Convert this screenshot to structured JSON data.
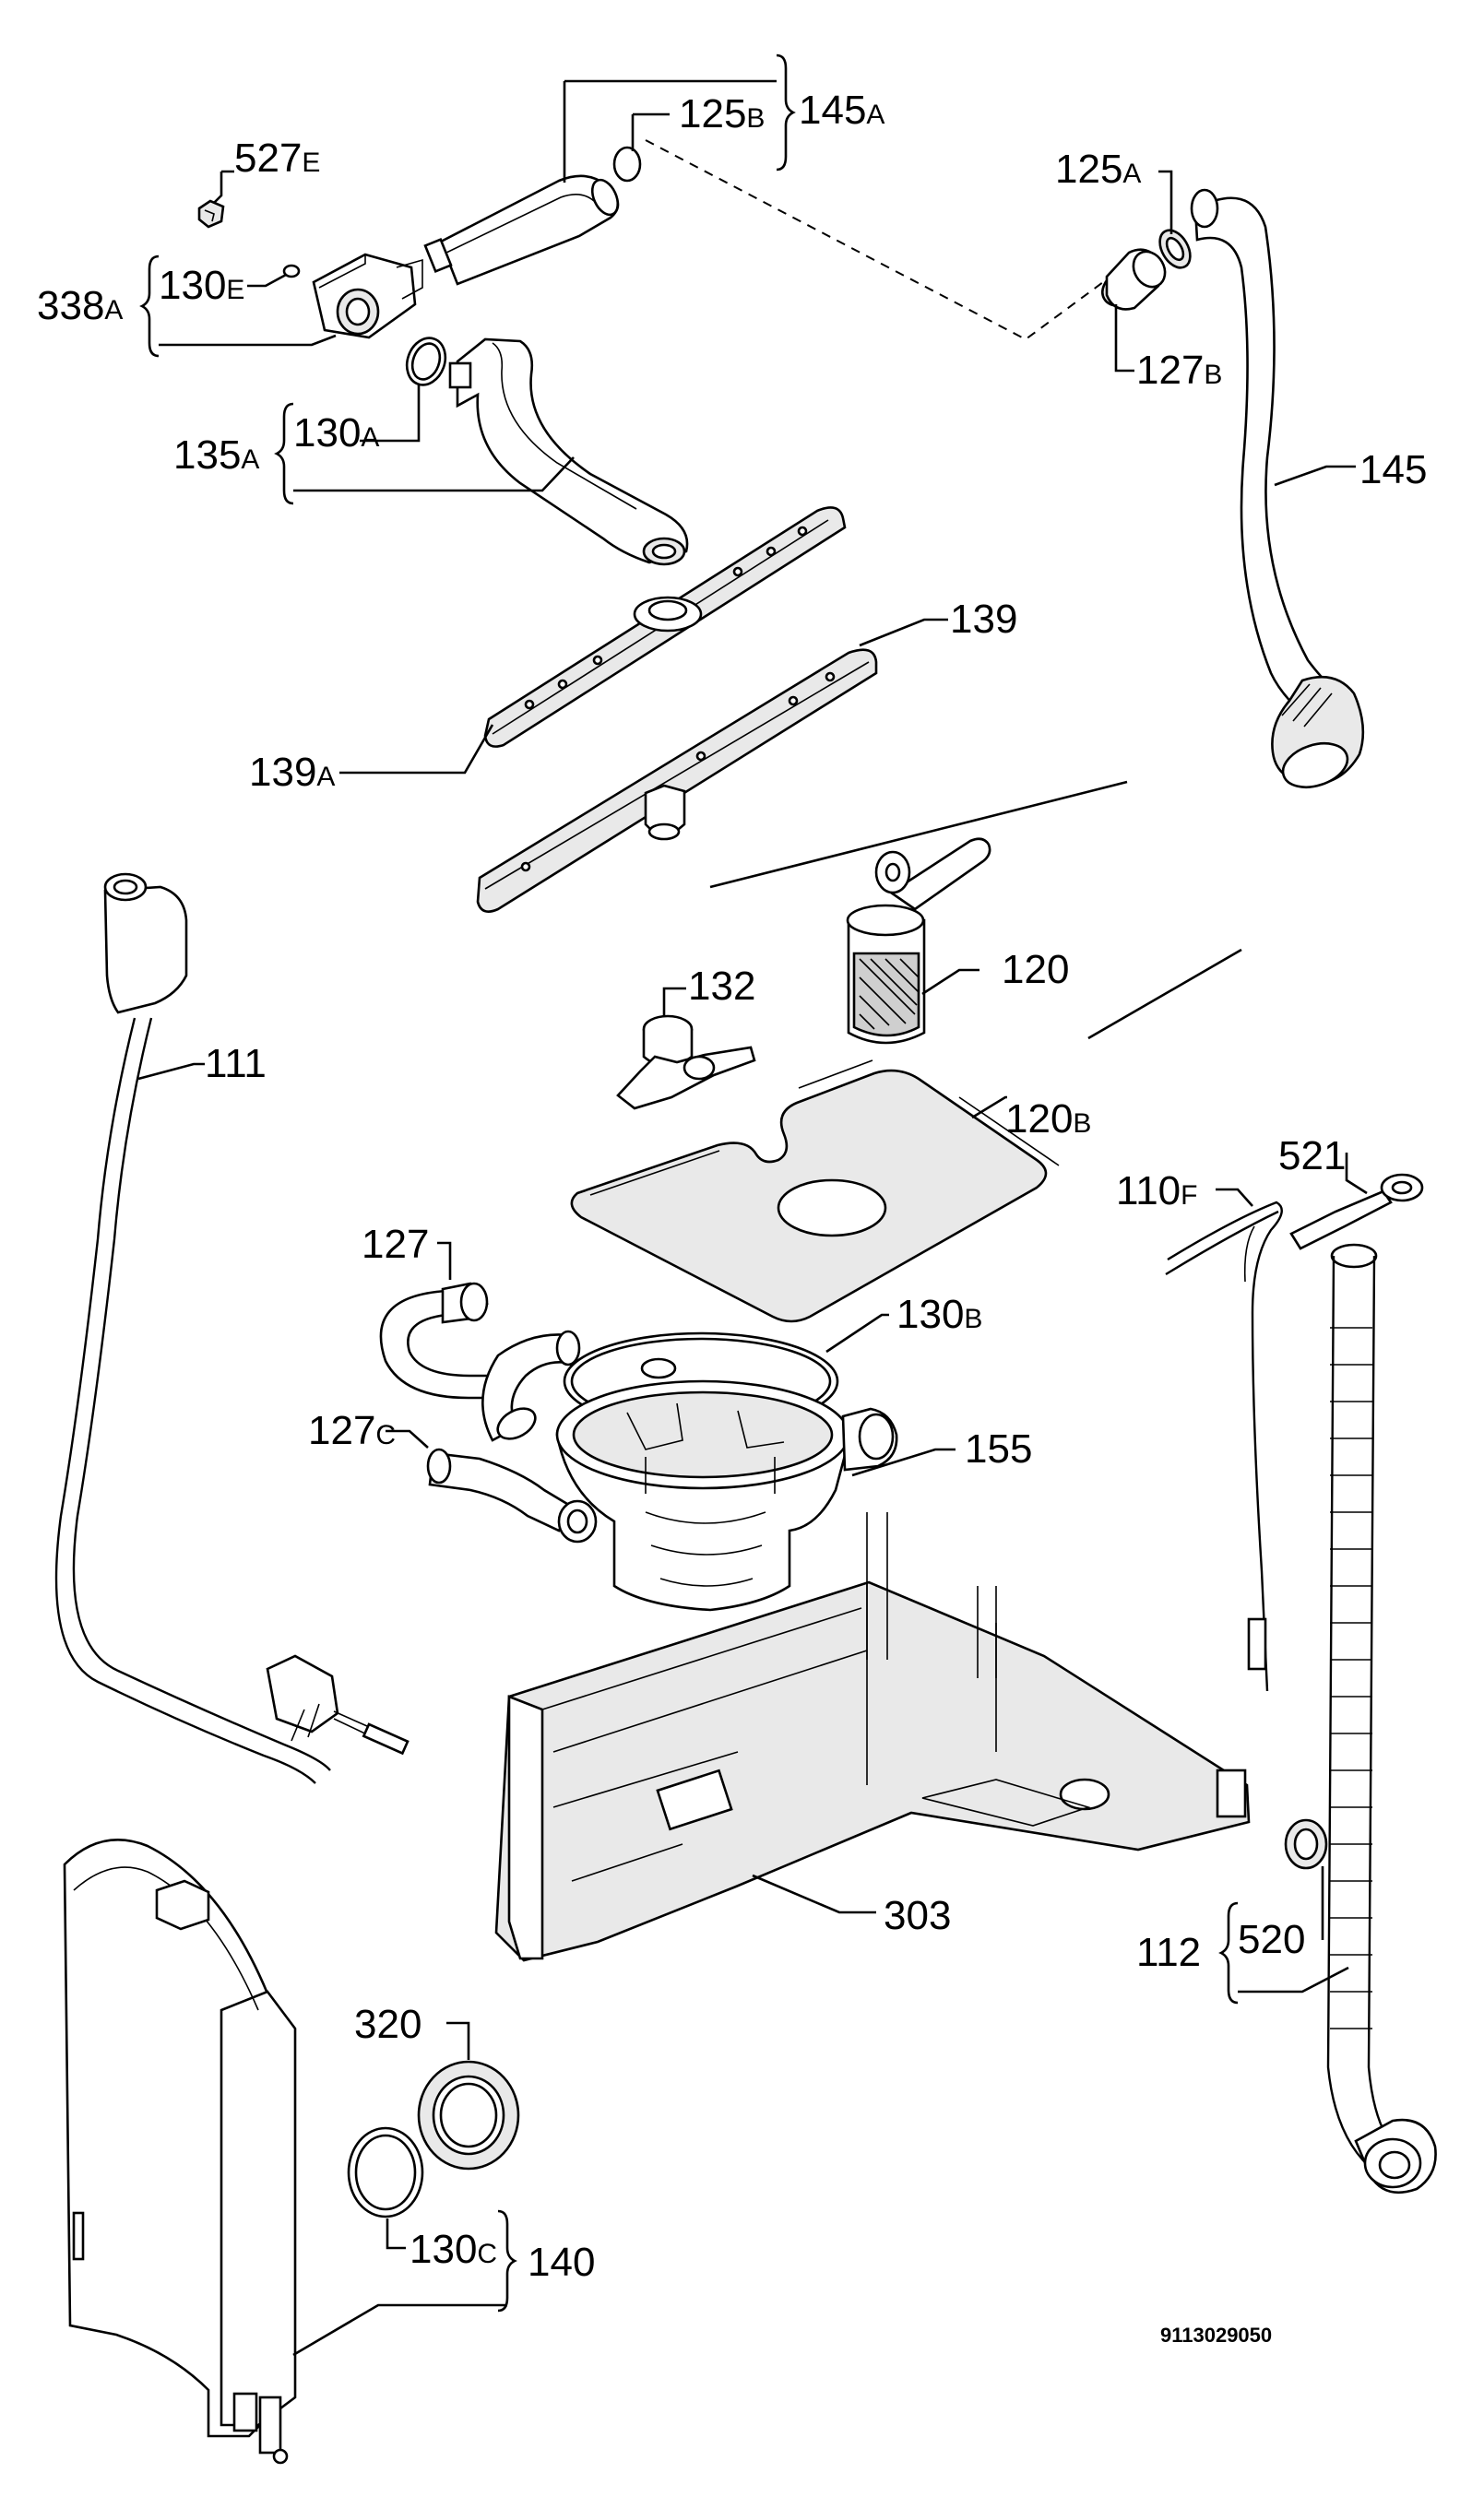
{
  "doc_number": "9113029050",
  "parts": [
    {
      "id": "p527e",
      "number": "527",
      "suffix": "E"
    },
    {
      "id": "p125b",
      "number": "125",
      "suffix": "B"
    },
    {
      "id": "p145a",
      "number": "145",
      "suffix": "A"
    },
    {
      "id": "p338a",
      "number": "338",
      "suffix": "A"
    },
    {
      "id": "p130e",
      "number": "130",
      "suffix": "E"
    },
    {
      "id": "p125a",
      "number": "125",
      "suffix": "A"
    },
    {
      "id": "p127b",
      "number": "127",
      "suffix": "B"
    },
    {
      "id": "p135a",
      "number": "135",
      "suffix": "A"
    },
    {
      "id": "p130a",
      "number": "130",
      "suffix": "A"
    },
    {
      "id": "p145",
      "number": "145",
      "suffix": ""
    },
    {
      "id": "p139",
      "number": "139",
      "suffix": ""
    },
    {
      "id": "p139a",
      "number": "139",
      "suffix": "A"
    },
    {
      "id": "p111",
      "number": "111",
      "suffix": ""
    },
    {
      "id": "p132",
      "number": "132",
      "suffix": ""
    },
    {
      "id": "p120",
      "number": "120",
      "suffix": ""
    },
    {
      "id": "p120b",
      "number": "120",
      "suffix": "B"
    },
    {
      "id": "p521",
      "number": "521",
      "suffix": ""
    },
    {
      "id": "p110f",
      "number": "110",
      "suffix": "F"
    },
    {
      "id": "p127",
      "number": "127",
      "suffix": ""
    },
    {
      "id": "p130b",
      "number": "130",
      "suffix": "B"
    },
    {
      "id": "p127c",
      "number": "127",
      "suffix": "C"
    },
    {
      "id": "p155",
      "number": "155",
      "suffix": ""
    },
    {
      "id": "p303",
      "number": "303",
      "suffix": ""
    },
    {
      "id": "p112",
      "number": "112",
      "suffix": ""
    },
    {
      "id": "p520",
      "number": "520",
      "suffix": ""
    },
    {
      "id": "p320",
      "number": "320",
      "suffix": ""
    },
    {
      "id": "p130c",
      "number": "130",
      "suffix": "C"
    },
    {
      "id": "p140",
      "number": "140",
      "suffix": ""
    }
  ]
}
